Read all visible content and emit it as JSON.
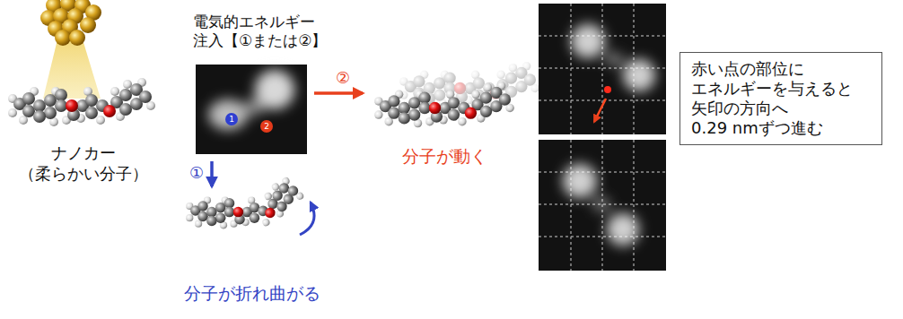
{
  "diagram": {
    "nodes": [
      {
        "text": [
          "1"
        ]
      },
      {
        "text": [
          "2"
        ]
      },
      {
        "text": [
          "赤い点の部位に エネルギーを与えると 矢印の方向へ 0.29 nmずつ進む"
        ]
      }
    ],
    "labels": [
      "電気的エネルギー 注入【①または②】",
      "ナノカー （柔らかい分子）",
      "②",
      "①",
      "分子が動く",
      "分子が折れ曲がる"
    ]
  }
}
